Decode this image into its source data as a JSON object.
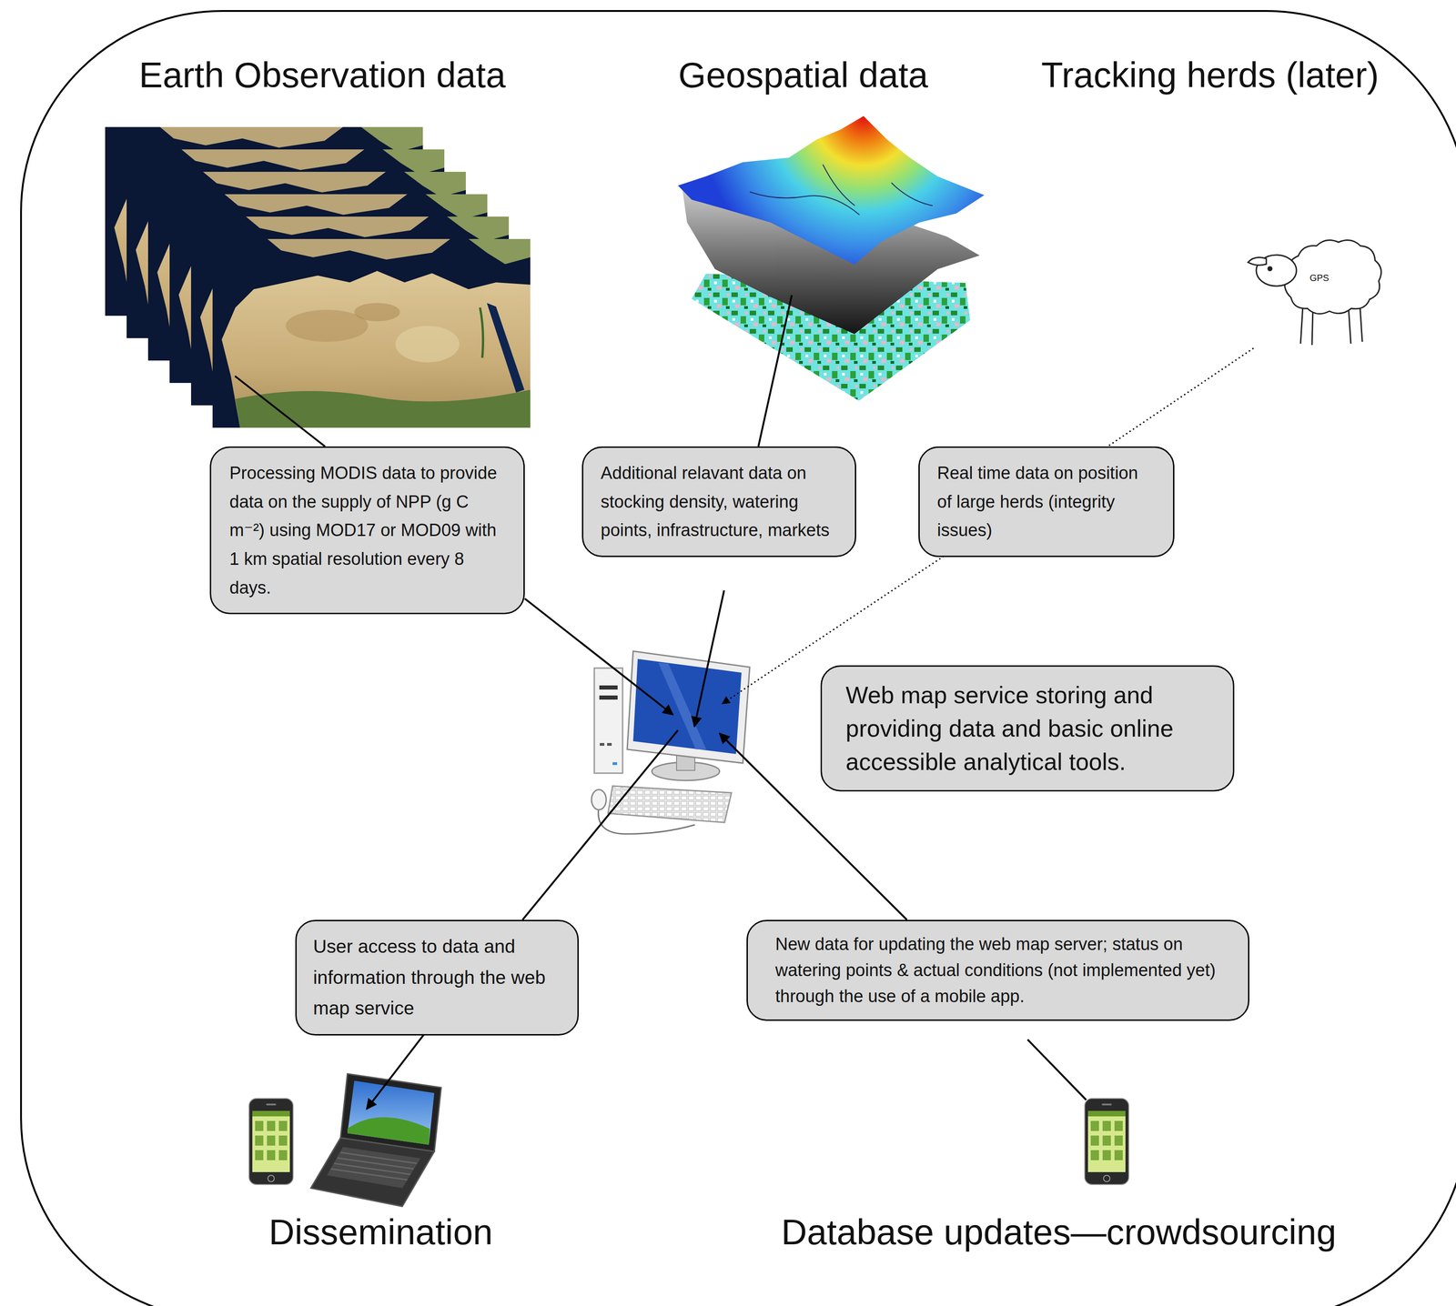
{
  "diagram": {
    "nodes": [
      {
        "text": [
          "Processing MODIS data to provide data on the supply of NPP (g C m⁻²) using MOD17 or MOD09 with 1 km spatial resolution every 8 days."
        ]
      },
      {
        "text": [
          "Additional relavant data on stocking density, watering points, infrastructure, markets"
        ]
      },
      {
        "text": [
          "Real time data on position of large herds (integrity issues)"
        ]
      },
      {
        "text": [
          "Web map service storing and providing data and basic online accessible analytical tools."
        ]
      },
      {
        "text": [
          "User access to data and information through the web map service"
        ]
      },
      {
        "text": [
          "New data for updating the web map server; status on watering points & actual conditions (not implemented yet) through the use of a mobile app."
        ]
      }
    ],
    "labels": [
      "Earth Observation data",
      "Geospatial data",
      "Tracking herds (later)",
      "GPS",
      "Dissemination",
      "Database updates—crowdsourcing"
    ]
  }
}
